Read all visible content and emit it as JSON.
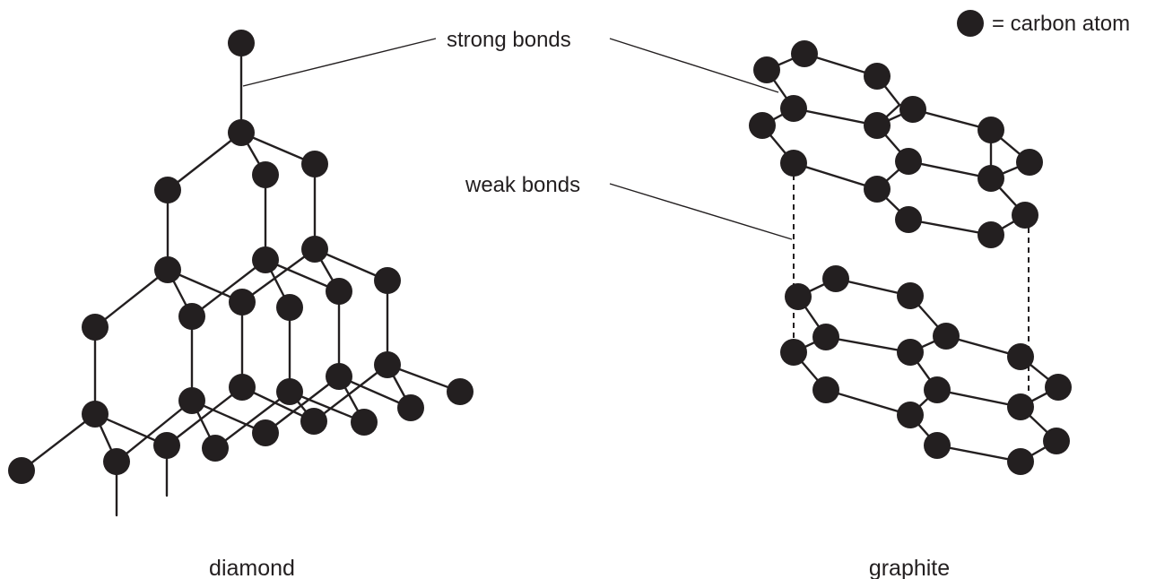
{
  "legend": {
    "label": "= carbon atom",
    "icon": "carbon-atom-dot"
  },
  "labels": {
    "strong_bonds": "strong bonds",
    "weak_bonds": "weak bonds"
  },
  "captions": {
    "diamond": "diamond",
    "graphite": "graphite"
  },
  "colors": {
    "ink": "#231f20",
    "background": "#ffffff"
  }
}
